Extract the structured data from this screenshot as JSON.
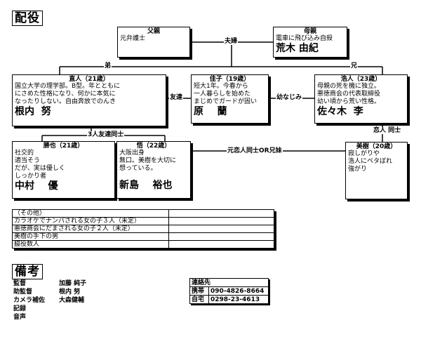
{
  "cast_title": "配役",
  "biko_title": "備考",
  "characters": {
    "father": {
      "header": "父親",
      "lines": [
        "元弁護士"
      ],
      "name": ""
    },
    "mother": {
      "header": "母親",
      "lines": [
        "電車に飛び込み自殺"
      ],
      "name": "荒木 由紀"
    },
    "naoto": {
      "header": "直人（21歳）",
      "lines": [
        "国立大学の理学部。B型。年とともに",
        "にさめた性格になり、何かに本気に",
        "なったりしない。自由奔放でのんき"
      ],
      "name": "根内  努"
    },
    "keiko": {
      "header": "佳子（19歳）",
      "lines": [
        "短大1年。今春から",
        "一人暮らしを始めた",
        "まじめでガードが固い"
      ],
      "name": "原    蘭"
    },
    "hiroto": {
      "header": "浩人（23歳）",
      "lines": [
        "母親の死を機に独立。",
        "悪徳商会の代表取締役",
        "幼い頃から荒い性格。"
      ],
      "name": "佐々木  李"
    },
    "katsuya": {
      "header": "勝也（21歳）",
      "lines": [
        "社交的",
        "適当そう",
        "だが、実は優しく",
        "しっかり者"
      ],
      "name": "中村    優"
    },
    "satoru": {
      "header": "悟（22歳）",
      "lines": [
        "大阪出身",
        "無口。美樹を大切に",
        "想っている。"
      ],
      "name": "新島    裕也"
    },
    "miki": {
      "header": "美樹（20歳）",
      "lines": [
        "寂しがりや",
        "浩人にベタぼれ",
        "強がり"
      ],
      "name": ""
    }
  },
  "relations": {
    "couple": "夫婦",
    "younger_brother": "弟",
    "older_brother": "兄",
    "friends": "友達",
    "childhood_friends": "幼なじみ",
    "lovers": "恋人 同士",
    "trio": "3人友達同士",
    "ex_lovers": "元恋人同士OR兄妹"
  },
  "others_table": [
    "（その他）",
    "カラオケでナンパされる女の子３人（未定）",
    "悪徳商会にだまされる女の子２人（未定）",
    "美樹の手下の男",
    "脇役数人"
  ],
  "credits": [
    {
      "role": "監督",
      "name": "加藤  純子"
    },
    {
      "role": "助監督",
      "name": "根内  努"
    },
    {
      "role": "カメラ補佐",
      "name": "大森健輔"
    },
    {
      "role": "記録",
      "name": ""
    },
    {
      "role": "音声",
      "name": ""
    }
  ],
  "contact": {
    "header": "連絡先",
    "rows": [
      {
        "label": "携帯",
        "value": "090-4826-8664"
      },
      {
        "label": "自宅",
        "value": "0298-23-4613"
      }
    ]
  }
}
